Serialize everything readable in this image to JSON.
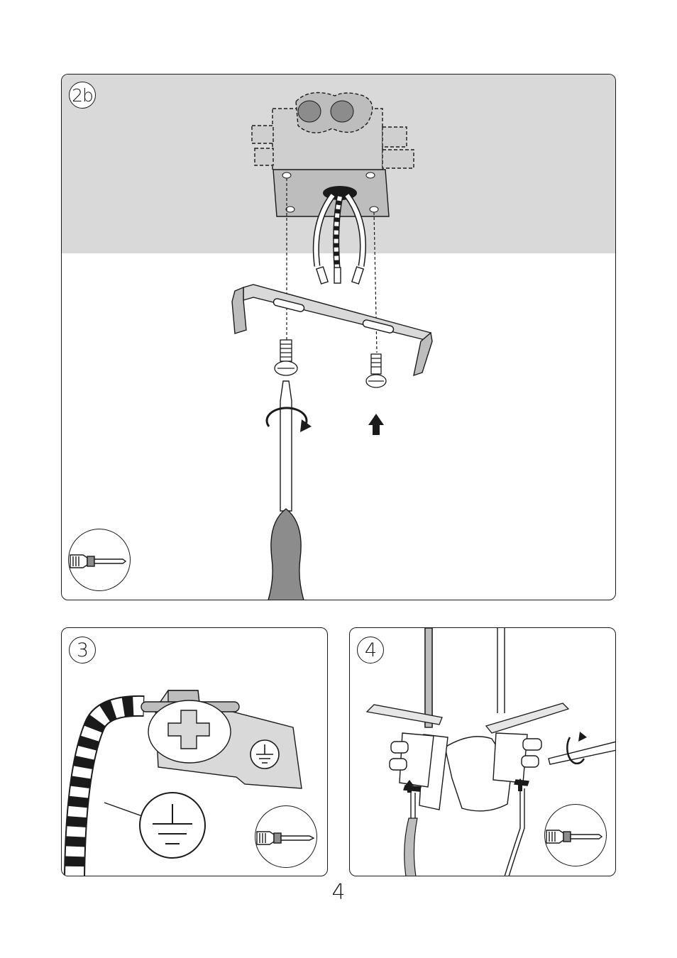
{
  "page": {
    "number": "4"
  },
  "steps": [
    {
      "id": "2b",
      "label": "2b",
      "tool_icon": "screwdriver-icon"
    },
    {
      "id": "3",
      "label": "3",
      "tool_icon": "screwdriver-icon",
      "symbol": "ground-symbol"
    },
    {
      "id": "4",
      "label": "4",
      "tool_icon": "screwdriver-icon"
    }
  ],
  "colors": {
    "line": "#1a1a1a",
    "ceiling_fill": "#d9d9d9",
    "part_gray": "#bdbdbd",
    "hole_gray": "#8c8c8c"
  }
}
